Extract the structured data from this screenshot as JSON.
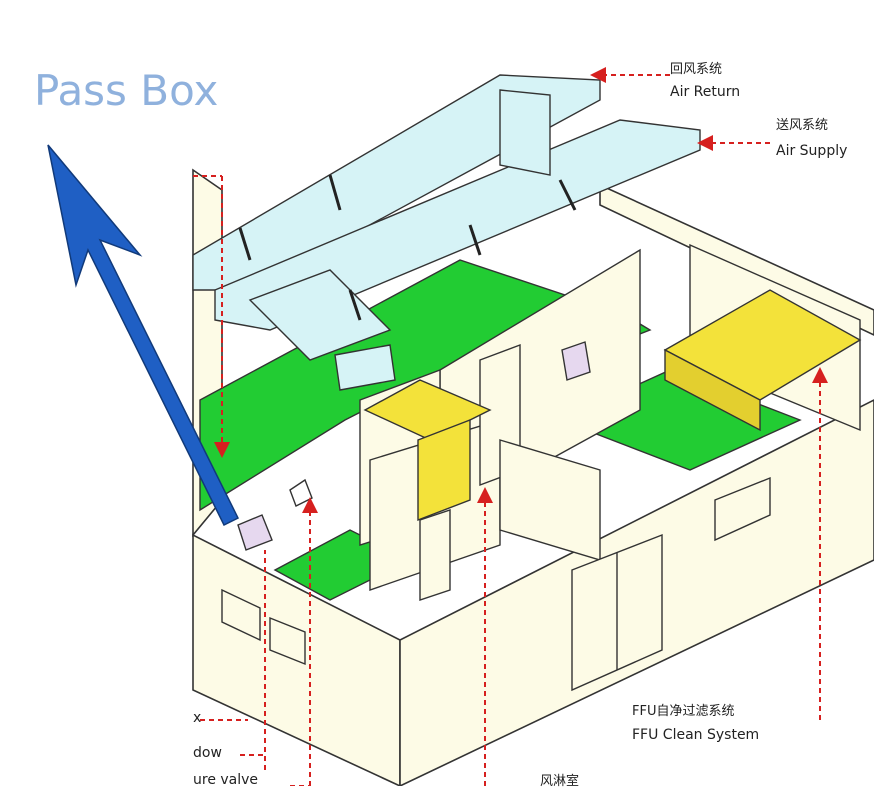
{
  "overlay_title": "Pass Box",
  "labels": {
    "air_return_cn": "回风系统",
    "air_return_en": "Air Return",
    "air_supply_cn": "送风系统",
    "air_supply_en": "Air Supply",
    "ffu_cn": "FFU自净过滤系统",
    "ffu_en": "FFU Clean System",
    "air_shower_cn": "风淋室",
    "left_1": "x",
    "left_2": "dow",
    "left_3": "ure valve"
  },
  "colors": {
    "title": "#8fb1dd",
    "arrow": "#1f5fc4",
    "floor": "#22cc33",
    "yellow": "#f3e23a",
    "duct": "#d6f3f6",
    "wall": "#fdfbe6",
    "dashed": "#d6201f"
  }
}
